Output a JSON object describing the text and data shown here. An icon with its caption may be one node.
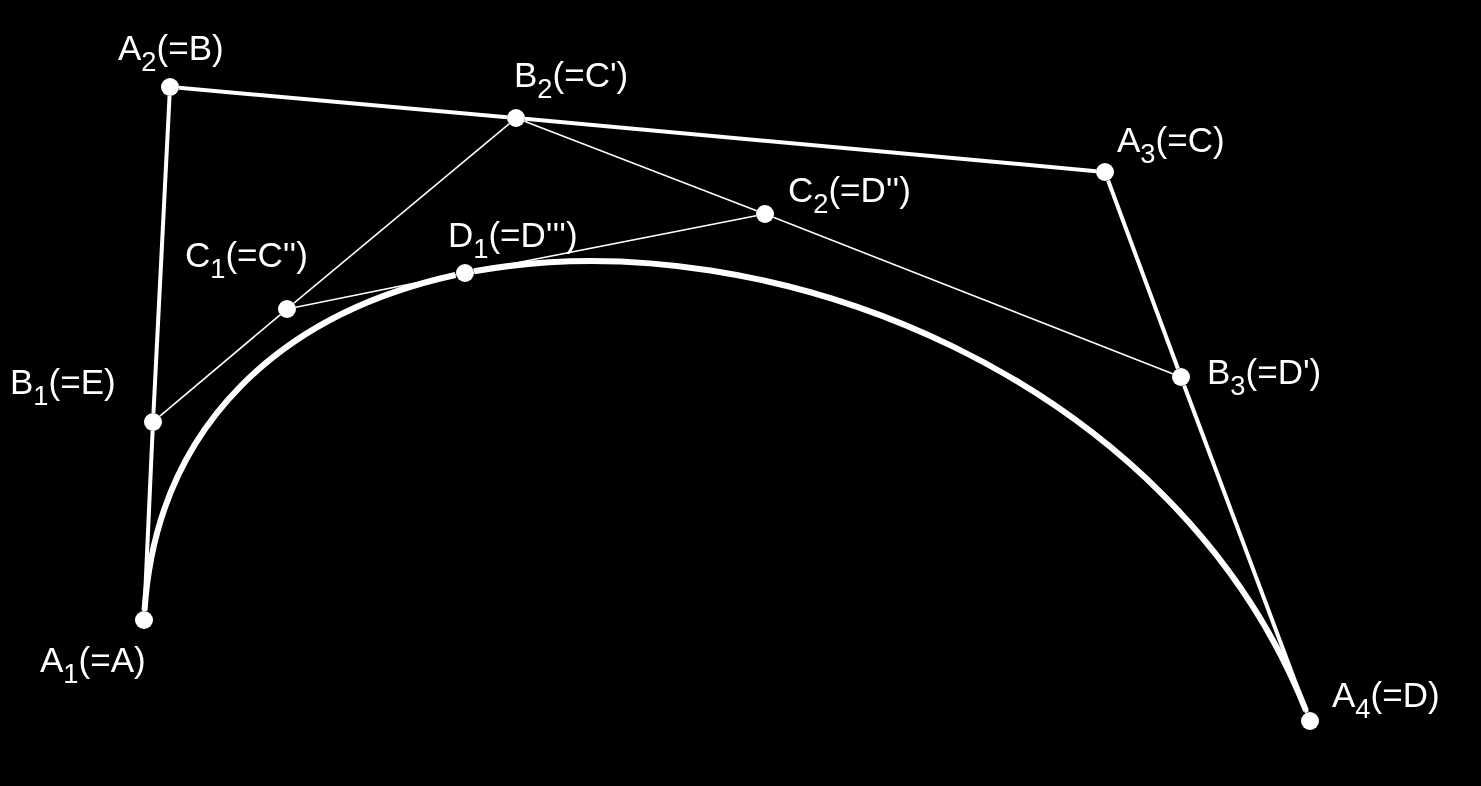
{
  "diagram": {
    "nodes": [
      {
        "text": [],
        "shape": "circle",
        "beside": [
          "A$_{1}$(=A)"
        ]
      },
      {
        "text": [],
        "shape": "circle",
        "beside": [
          "A$_{2}$(=B)"
        ]
      },
      {
        "text": [],
        "shape": "circle",
        "beside": [
          "A$_{3}$(=C)"
        ]
      },
      {
        "text": [],
        "shape": "circle",
        "beside": [
          "A$_{4}$(=D)"
        ]
      },
      {
        "text": [],
        "shape": "circle",
        "beside": [
          "B$_{1}$(=E)"
        ]
      },
      {
        "text": [],
        "shape": "circle",
        "beside": [
          "B$_{2}$(=C')"
        ]
      },
      {
        "text": [],
        "shape": "circle",
        "beside": [
          "B$_{3}$(=D')"
        ]
      },
      {
        "text": [],
        "shape": "circle",
        "beside": [
          "C$_{1}$(=C'')"
        ]
      },
      {
        "text": [],
        "shape": "circle",
        "beside": [
          "C$_{2}$(=D'')"
        ]
      },
      {
        "text": [],
        "shape": "circle",
        "beside": [
          "D$_{1}$(=D''')"
        ]
      }
    ],
    "edges": [
      {
        "from": 0,
        "to": 4,
        "arrow": "none"
      },
      {
        "from": 4,
        "to": 1,
        "arrow": "none"
      },
      {
        "from": 1,
        "to": 5,
        "arrow": "none"
      },
      {
        "from": 5,
        "to": 2,
        "arrow": "none"
      },
      {
        "from": 2,
        "to": 6,
        "arrow": "none"
      },
      {
        "from": 6,
        "to": 3,
        "arrow": "none"
      },
      {
        "from": 4,
        "to": 7,
        "arrow": "none"
      },
      {
        "from": 7,
        "to": 5,
        "arrow": "none"
      },
      {
        "from": 5,
        "to": 8,
        "arrow": "none"
      },
      {
        "from": 8,
        "to": 6,
        "arrow": "none"
      },
      {
        "from": 7,
        "to": 9,
        "arrow": "none"
      },
      {
        "from": 9,
        "to": 8,
        "arrow": "none"
      },
      {
        "from": 0,
        "to": 9,
        "arrow": "none"
      },
      {
        "from": 9,
        "to": 3,
        "arrow": "none"
      }
    ]
  }
}
